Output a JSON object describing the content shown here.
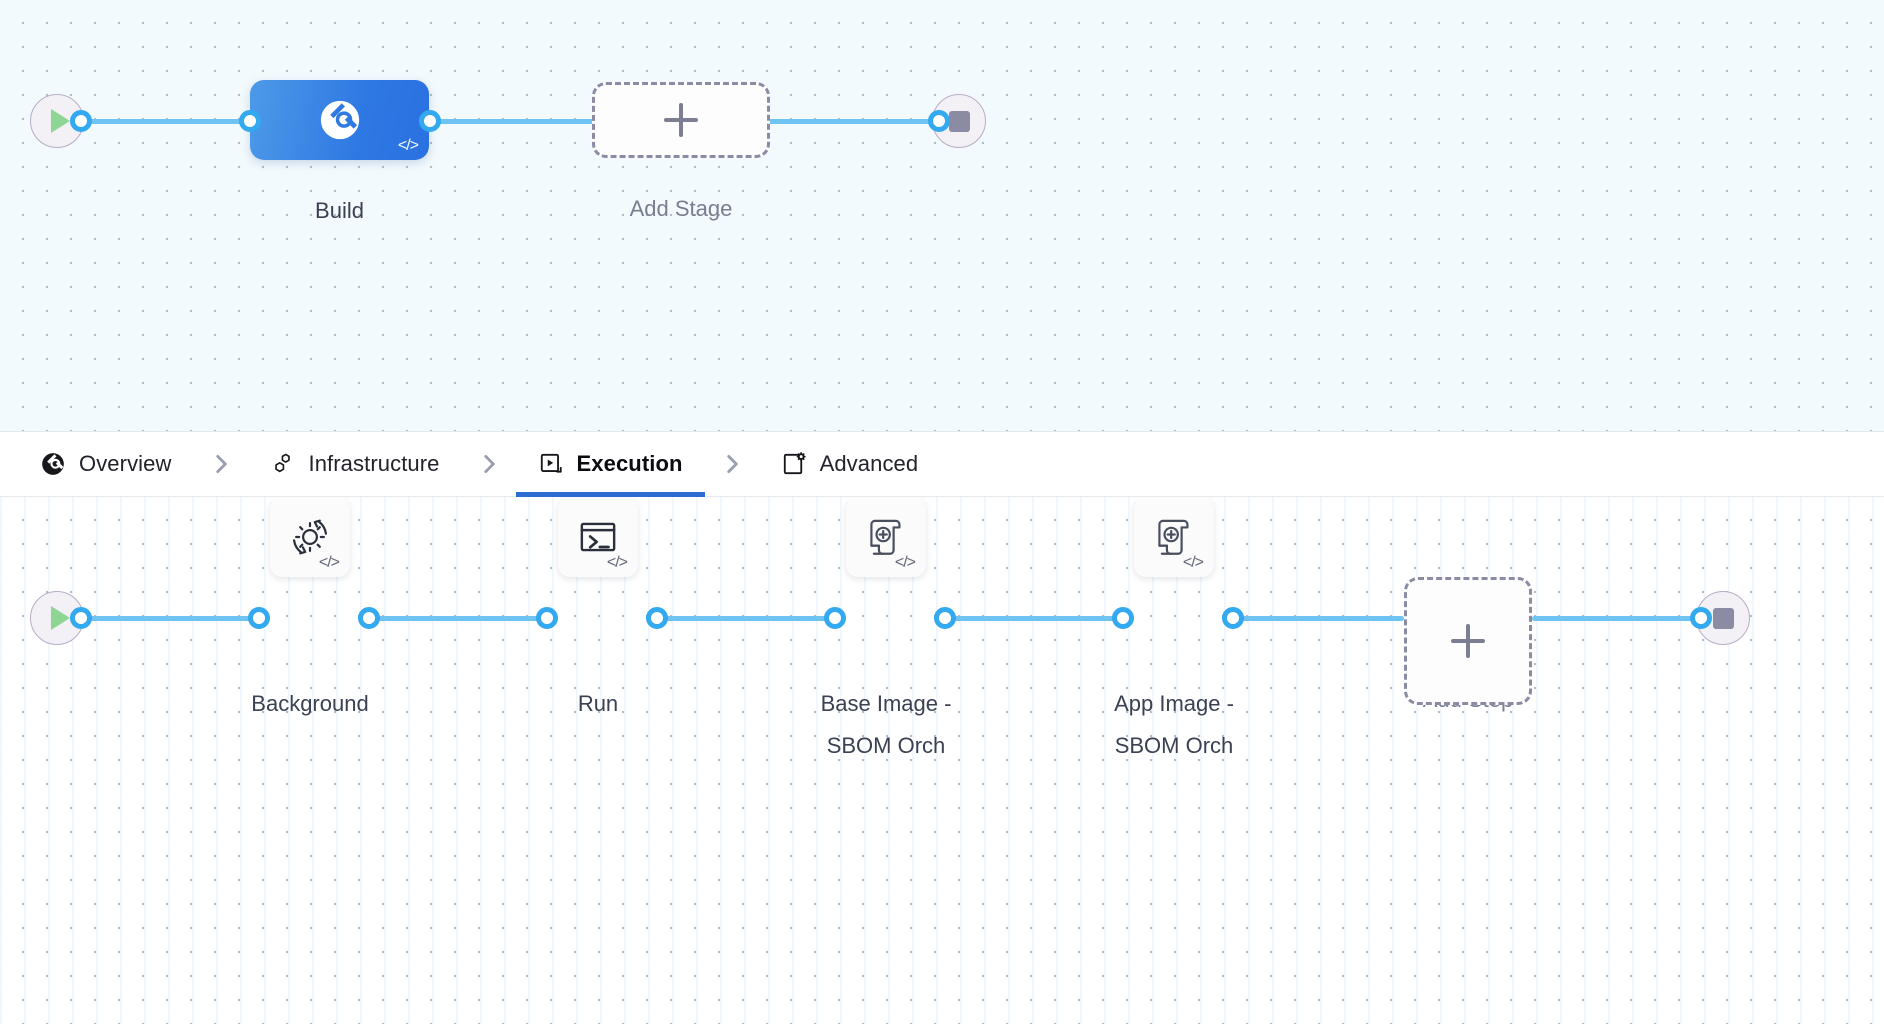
{
  "colors": {
    "accent": "#2c6bd1",
    "wire": "#6fc3f2",
    "dot_border": "#33a9f0",
    "stage_gradient_from": "#4d9ae8",
    "stage_gradient_to": "#2a70e1",
    "start_triangle": "#8fd694",
    "stop_square": "#8b8ba3",
    "canvas_top_bg": "#f3fafd",
    "canvas_bottom_bg": "#ffffff",
    "label_text": "#3b4152",
    "muted_text": "#787d90"
  },
  "stage_graph": {
    "start_node": {
      "name": "pipeline-start",
      "icon": "play-icon"
    },
    "nodes": [
      {
        "id": "build",
        "label": "Build",
        "icon": "harness-logo-icon",
        "badge": "</>",
        "selected": true
      },
      {
        "id": "add-stage",
        "label": "Add Stage",
        "icon": "plus-icon",
        "placeholder": true
      }
    ],
    "end_node": {
      "name": "pipeline-end",
      "icon": "stop-icon"
    }
  },
  "tabs": {
    "items": [
      {
        "id": "overview",
        "label": "Overview",
        "icon": "harness-logo-icon",
        "active": false
      },
      {
        "id": "infrastructure",
        "label": "Infrastructure",
        "icon": "hexagon-cluster-icon",
        "active": false
      },
      {
        "id": "execution",
        "label": "Execution",
        "icon": "play-box-icon",
        "active": true
      },
      {
        "id": "advanced",
        "label": "Advanced",
        "icon": "gear-card-icon",
        "active": false
      }
    ],
    "separator_icon": "chevron-right-icon"
  },
  "step_graph": {
    "start_node": {
      "name": "execution-start",
      "icon": "play-icon"
    },
    "nodes": [
      {
        "id": "background",
        "label": "Background",
        "icon": "gear-refresh-icon",
        "badge": "</>"
      },
      {
        "id": "run",
        "label": "Run",
        "icon": "terminal-icon",
        "badge": "</>"
      },
      {
        "id": "base-image-sbom-orch",
        "label": "Base Image -\nSBOM Orch",
        "icon": "sbom-scroll-icon",
        "badge": "</>"
      },
      {
        "id": "app-image-sbom-orch",
        "label": "App Image -\nSBOM Orch",
        "icon": "sbom-scroll-icon",
        "badge": "</>"
      },
      {
        "id": "add-step",
        "label": "Add Step",
        "icon": "plus-icon",
        "placeholder": true
      }
    ],
    "end_node": {
      "name": "execution-end",
      "icon": "stop-icon"
    }
  }
}
